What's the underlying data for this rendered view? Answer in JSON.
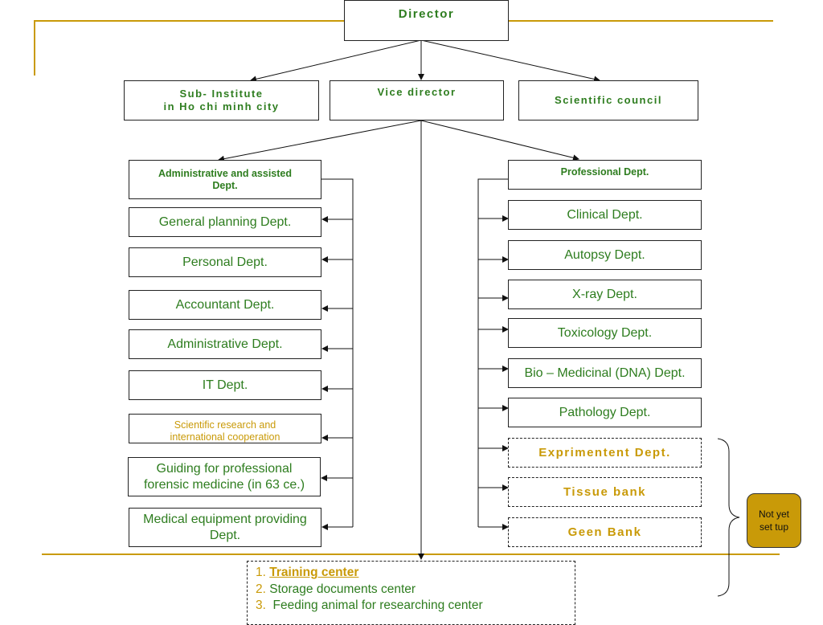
{
  "colors": {
    "gold": "#c99a08",
    "green": "#2e7d1f",
    "line": "#222222"
  },
  "top": {
    "director": "Director",
    "sub_institute": "Sub- Institute\nin Ho chi minh city",
    "vice_director": "Vice director",
    "scientific_council": "Scientific council"
  },
  "admin": {
    "head": "Administrative and assisted\nDept.",
    "items": [
      "General planning Dept.",
      "Personal Dept.",
      "Accountant Dept.",
      "Administrative Dept.",
      "IT Dept.",
      "Scientific research and\ninternational cooperation",
      "Guiding for professional\nforensic medicine  (in 63 ce.)",
      "Medical equipment providing\nDept."
    ]
  },
  "professional": {
    "head": "Professional Dept.",
    "items": [
      "Clinical Dept.",
      "Autopsy Dept.",
      "X-ray Dept.",
      "Toxicology Dept.",
      "Bio – Medicinal (DNA) Dept.",
      "Pathology Dept."
    ],
    "planned": [
      "Exprimentent Dept.",
      "Tissue bank",
      "Geen Bank"
    ]
  },
  "note": "Not yet\nset tup",
  "centers": [
    {
      "num": "1.",
      "label": "Training center"
    },
    {
      "num": "2.",
      "label": "Storage documents center"
    },
    {
      "num": "3.",
      "label": " Feeding animal for researching center"
    }
  ]
}
